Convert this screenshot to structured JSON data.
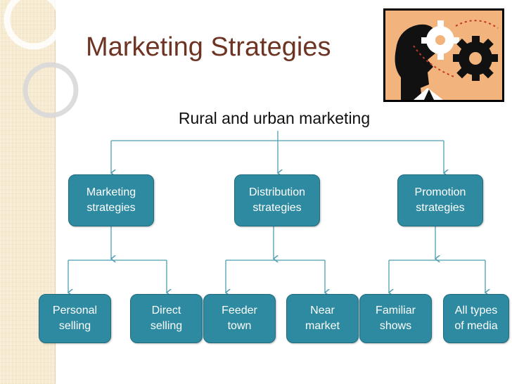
{
  "slide": {
    "title": "Marketing Strategies",
    "root": "Rural and urban marketing",
    "picture": "gears-head-illustration"
  },
  "nodes": {
    "marketing": "Marketing\nstrategies",
    "distribution": "Distribution\nstrategies",
    "promotion": "Promotion\nstrategies",
    "personal_selling": "Personal\nselling",
    "direct_selling": "Direct\nselling",
    "feeder_town": "Feeder\ntown",
    "near_market": "Near\nmarket",
    "familiar_shows": "Familiar\nshows",
    "all_media": "All types\nof media"
  },
  "colors": {
    "node_fill": "#2e8aa0",
    "title": "#6e3423",
    "connector": "#4f9fb2"
  }
}
